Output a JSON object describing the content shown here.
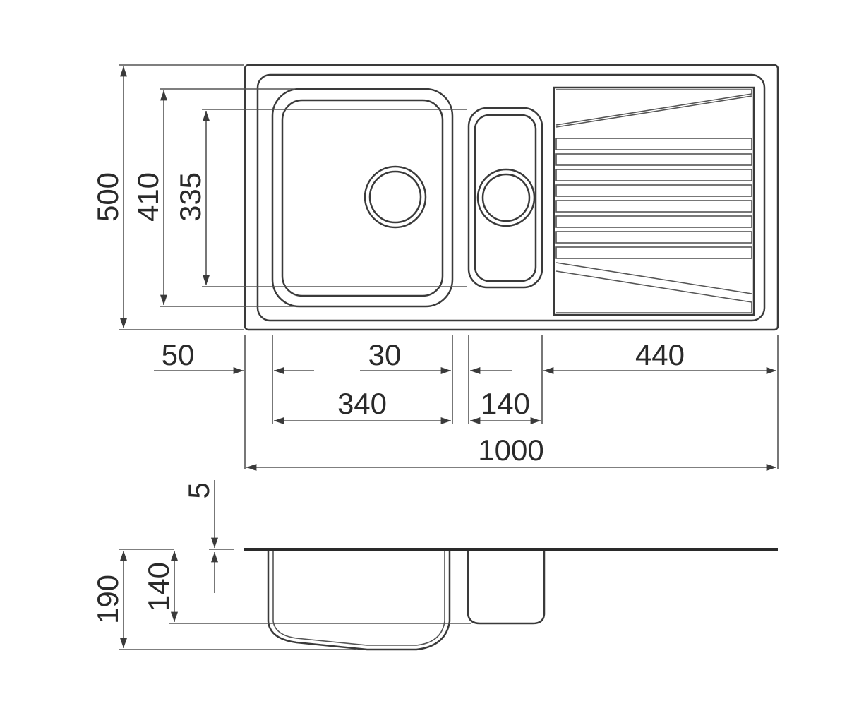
{
  "drawing": {
    "colors": {
      "line": "#3a3a3a",
      "text": "#2a2a2a",
      "background": "#ffffff"
    },
    "plan_view": {
      "dimensions": {
        "overall_depth": "500",
        "bowl_outer_depth": "410",
        "bowl_inner_depth": "335",
        "left_margin": "50",
        "bowl_gap": "30",
        "drainer_width": "440",
        "main_bowl_width": "340",
        "small_bowl_width": "140",
        "overall_width": "1000"
      }
    },
    "section_view": {
      "dimensions": {
        "rim_thickness": "5",
        "overall_height": "190",
        "bowl_depth": "140"
      }
    }
  }
}
